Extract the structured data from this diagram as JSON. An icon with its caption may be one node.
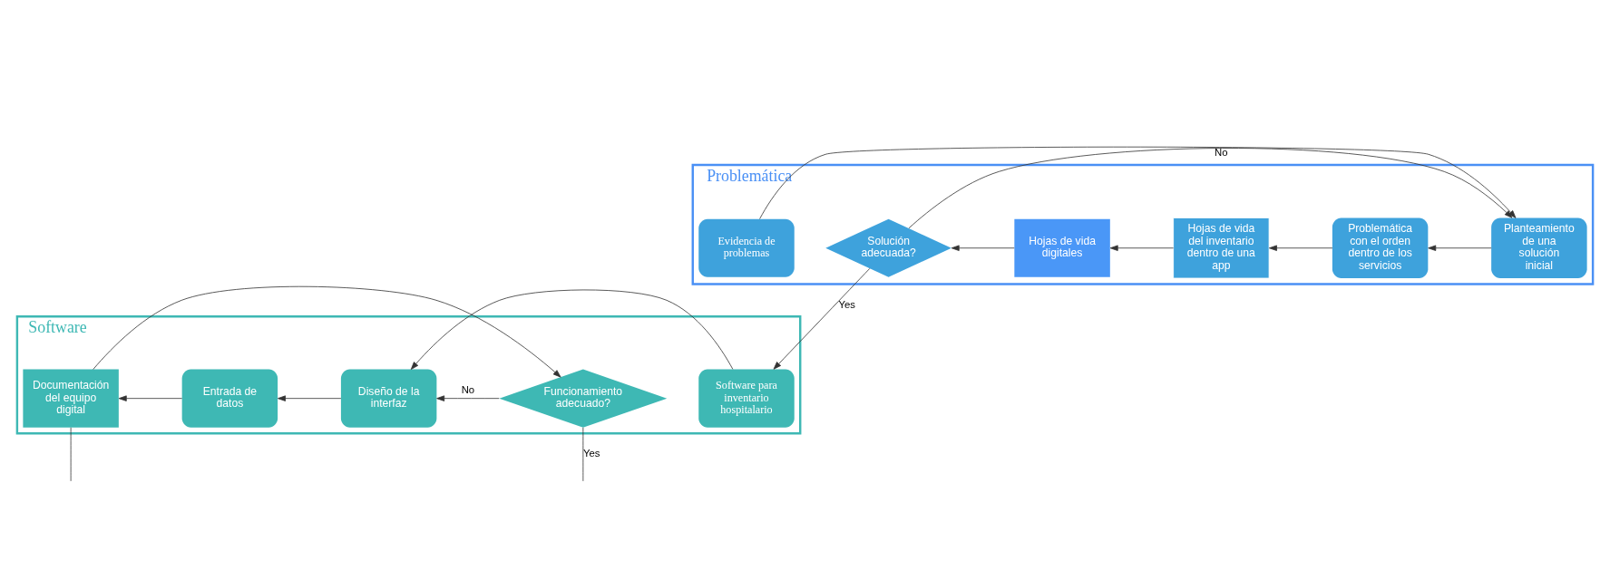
{
  "diagram": {
    "nodes": [
      {
        "text": [
          "Problemática"
        ]
      },
      {
        "text": [
          "Evidencia de problemas"
        ],
        "in": 0
      },
      {
        "text": [
          "Planteamiento de una solución inicial"
        ],
        "in": 0
      },
      {
        "text": [
          "Problemática con el orden dentro de los servicios"
        ],
        "in": 0
      },
      {
        "text": [
          "Hojas de vida del inventario dentro de una app"
        ],
        "in": 0
      },
      {
        "text": [
          "Hojas de vida digitales"
        ],
        "in": 0
      },
      {
        "text": [
          "Solución adecuada?"
        ],
        "in": 0
      },
      {
        "text": [
          "Software"
        ]
      },
      {
        "text": [
          "Software para inventario hospitalario"
        ],
        "in": 7
      },
      {
        "text": [
          "Diseño de la interfaz"
        ],
        "in": 7
      },
      {
        "text": [
          "Entrada de datos"
        ],
        "in": 7
      },
      {
        "text": [
          "Documentación del equipo digital"
        ],
        "in": 7
      },
      {
        "text": [
          "Funcionamiento adecuado?"
        ],
        "in": 7
      }
    ],
    "edges": [
      {
        "from": 1,
        "to": 2,
        "arrow": "to"
      },
      {
        "from": 2,
        "to": 3,
        "arrow": "to"
      },
      {
        "from": 3,
        "to": 4,
        "arrow": "to"
      },
      {
        "from": 4,
        "to": 5,
        "arrow": "to"
      },
      {
        "from": 5,
        "to": 6,
        "arrow": "to"
      },
      {
        "from": 6,
        "to": 2,
        "label": "No",
        "arrow": "to"
      },
      {
        "from": 6,
        "to": 8,
        "label": "Yes",
        "arrow": "to"
      },
      {
        "from": 8,
        "to": 9,
        "arrow": "to"
      },
      {
        "from": 9,
        "to": 10,
        "arrow": "to"
      },
      {
        "from": 10,
        "to": 11,
        "arrow": "to"
      },
      {
        "from": 11,
        "to": 12,
        "arrow": "to"
      },
      {
        "from": 12,
        "to": 9,
        "label": "No",
        "arrow": "to"
      },
      {
        "from": 12,
        "to": null,
        "label": "Yes",
        "arrow": "none"
      },
      {
        "from": 11,
        "to": null,
        "arrow": "none"
      }
    ]
  }
}
